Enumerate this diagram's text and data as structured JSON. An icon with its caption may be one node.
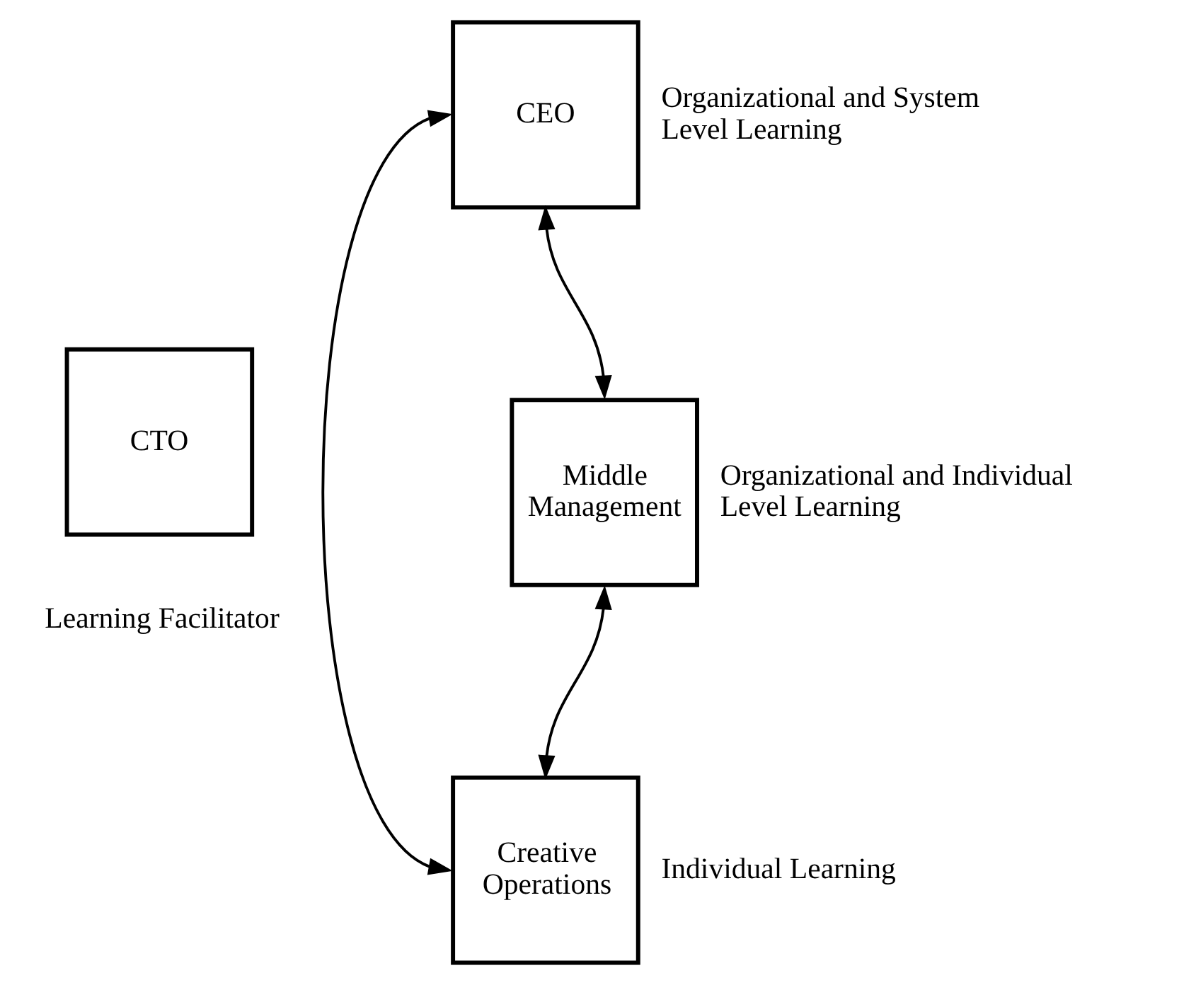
{
  "diagram": {
    "nodes": [
      {
        "text": [
          "CEO"
        ],
        "beside": [
          "Organizational and System Level Learning"
        ]
      },
      {
        "text": [
          "CTO"
        ],
        "beside": [
          "Learning Facilitator"
        ]
      },
      {
        "text": [
          "Middle Management"
        ],
        "beside": [
          "Organizational and Individual Level Learning"
        ]
      },
      {
        "text": [
          "Creative Operations"
        ],
        "beside": [
          "Individual Learning"
        ]
      }
    ],
    "edges": [
      {
        "from": 0,
        "to": 2,
        "arrow": "both"
      },
      {
        "from": 2,
        "to": 3,
        "arrow": "both"
      },
      {
        "from": 0,
        "to": 3,
        "arrow": "both"
      }
    ]
  }
}
